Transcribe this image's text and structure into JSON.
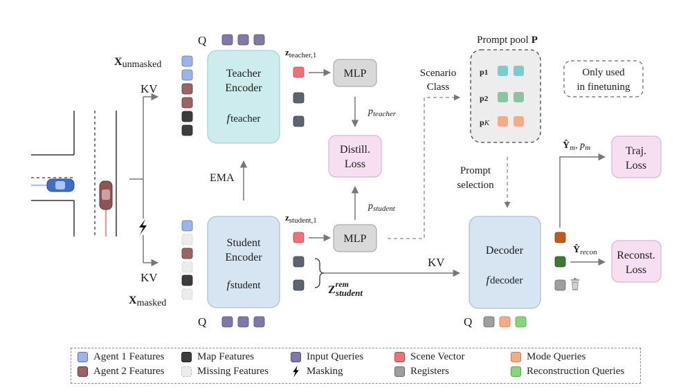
{
  "labels": {
    "q_top": "Q",
    "q_student": "Q",
    "q_decoder": "Q",
    "x_unmasked_base": "X",
    "x_unmasked_sub": "unmasked",
    "x_masked_base": "X",
    "x_masked_sub": "masked",
    "kv_top": "KV",
    "kv_bottom": "KV",
    "kv_decoder": "KV",
    "ema": "EMA",
    "z_teacher_base": "z",
    "z_teacher_sub": "teacher,1",
    "z_student_base": "z",
    "z_student_sub": "student,1",
    "z_rem_base": "Z",
    "z_rem_sup": "rem",
    "z_rem_sub": "student",
    "p_teacher_base": "p",
    "p_teacher_sub": "teacher",
    "p_student_base": "p",
    "p_student_sub": "student",
    "scenario_line1": "Scenario",
    "scenario_line2": "Class",
    "prompt_sel_line1": "Prompt",
    "prompt_sel_line2": "selection",
    "y_m": "Ŷ",
    "y_m_sub": "m",
    "p_m": "p",
    "p_m_sub": "m",
    "y_recon": "Ŷ",
    "y_recon_sub": "recon"
  },
  "boxes": {
    "teacher_line1": "Teacher",
    "teacher_line2": "Encoder",
    "teacher_f": "f",
    "teacher_f_sub": "teacher",
    "student_line1": "Student",
    "student_line2": "Encoder",
    "student_f": "f",
    "student_f_sub": "student",
    "mlp_top": "MLP",
    "mlp_bottom": "MLP",
    "distill_line1": "Distill.",
    "distill_line2": "Loss",
    "decoder_line1": "Decoder",
    "decoder_f": "f",
    "decoder_f_sub": "decoder",
    "traj_line1": "Traj.",
    "traj_line2": "Loss",
    "recon_line1": "Reconst.",
    "recon_line2": "Loss",
    "finetune_line1": "Only used",
    "finetune_line2": "in finetuning"
  },
  "prompt_pool": {
    "title": "Prompt pool",
    "title_symbol": "P",
    "rows": [
      {
        "label": "p",
        "sub": "1"
      },
      {
        "label": "p",
        "sub": "2"
      },
      {
        "label": "p",
        "sub": "K"
      }
    ]
  },
  "legend": [
    {
      "label": "Agent 1 Features",
      "color": "#9db3ea"
    },
    {
      "label": "Agent 2 Features",
      "color": "#9a6565"
    },
    {
      "label": "Map Features",
      "color": "#3d3d3d"
    },
    {
      "label": "Missing Features",
      "color": "#ececec"
    },
    {
      "label": "Input Queries",
      "color": "#8278a8"
    },
    {
      "label": "Masking",
      "color": "#000000",
      "icon": "lightning-icon"
    },
    {
      "label": "Scene Vector",
      "color": "#f0707a"
    },
    {
      "label": "Registers",
      "color": "#9e9e9e"
    },
    {
      "label": "Mode Queries",
      "color": "#f3ac86"
    },
    {
      "label": "Reconstruction Queries",
      "color": "#85d77a"
    }
  ],
  "colors": {
    "teacher_fill": "#cdeced",
    "student_fill": "#d7e4f1",
    "decoder_fill": "#d7e4f1",
    "loss_fill": "#f6dff1",
    "mlp_fill": "#d9d9d9",
    "pool_fill": "#ededed"
  }
}
